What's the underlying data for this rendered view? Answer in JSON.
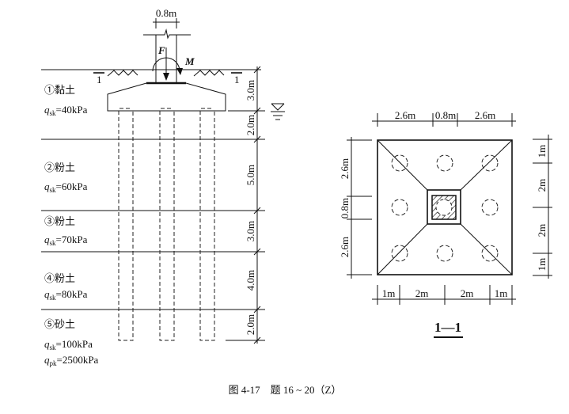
{
  "elevation": {
    "column_width": "0.8m",
    "force_label": "F",
    "moment_label": "M",
    "section_mark": "1",
    "depths": [
      "3.0m",
      "2.0m",
      "5.0m",
      "3.0m",
      "4.0m",
      "2.0m"
    ],
    "layers": [
      {
        "name": "①黏土",
        "q_label": "q",
        "q_sub": "sk",
        "q_value": "=40kPa"
      },
      {
        "name": "②粉土",
        "q_label": "q",
        "q_sub": "sk",
        "q_value": "=60kPa"
      },
      {
        "name": "③粉土",
        "q_label": "q",
        "q_sub": "sk",
        "q_value": "=70kPa"
      },
      {
        "name": "④粉土",
        "q_label": "q",
        "q_sub": "sk",
        "q_value": "=80kPa"
      },
      {
        "name": "⑤砂土",
        "q_label": "q",
        "q_sub": "sk",
        "q_value": "=100kPa",
        "qp_label": "q",
        "qp_sub": "pk",
        "qp_value": "=2500kPa"
      }
    ]
  },
  "plan": {
    "top_dims": [
      "2.6m",
      "0.8m",
      "2.6m"
    ],
    "left_dims": [
      "2.6m",
      "0.8m",
      "2.6m"
    ],
    "right_dims": [
      "1m",
      "2m",
      "2m",
      "1m"
    ],
    "bottom_dims": [
      "1m",
      "2m",
      "2m",
      "1m"
    ],
    "section_title": "1—1"
  },
  "caption": "图 4-17　题 16 ~ 20（Z）"
}
